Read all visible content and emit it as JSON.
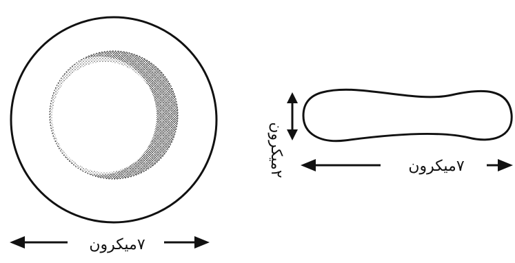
{
  "figure": {
    "front_view": {
      "width_label": "۷میکرون"
    },
    "side_view": {
      "width_label": "۷میکرون",
      "thickness_label": "۲میکرون"
    }
  },
  "colors": {
    "ink": "#111111",
    "background": "#ffffff"
  }
}
